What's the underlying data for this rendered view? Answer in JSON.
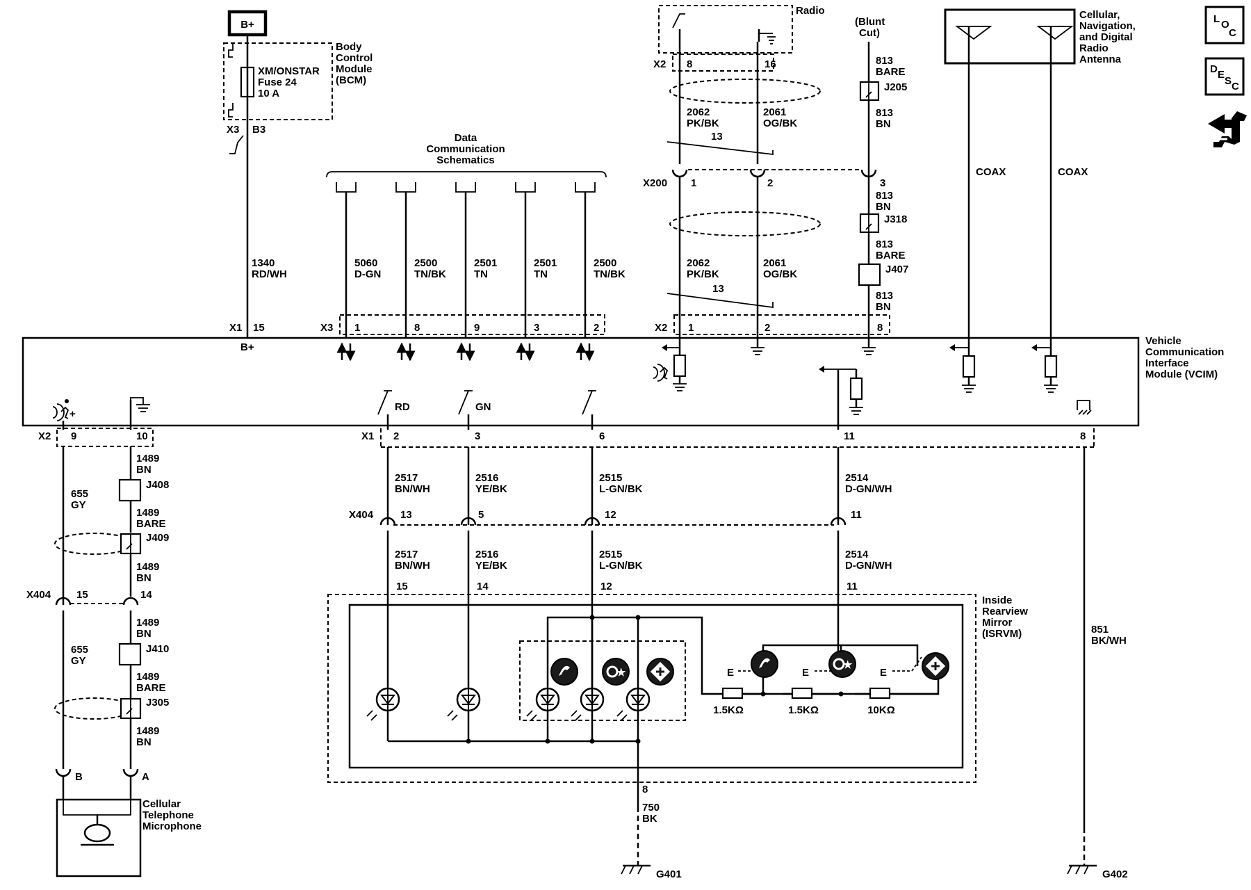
{
  "power": {
    "label": "B+"
  },
  "bcm": {
    "label": [
      "Body",
      "Control",
      "Module",
      "(BCM)"
    ],
    "fuse": [
      "XM/ONSTAR",
      "Fuse 24",
      "10 A"
    ],
    "x3": "X3",
    "b3": "B3",
    "wire": [
      "1340",
      "RD/WH"
    ]
  },
  "data_comm": {
    "title": [
      "Data",
      "Communication",
      "Schematics"
    ],
    "wires": [
      {
        "circuit": "5060",
        "color": "D-GN",
        "pin": "1"
      },
      {
        "circuit": "2500",
        "color": "TN/BK",
        "pin": "8"
      },
      {
        "circuit": "2501",
        "color": "TN",
        "pin": "9"
      },
      {
        "circuit": "2501",
        "color": "TN",
        "pin": "3"
      },
      {
        "circuit": "2500",
        "color": "TN/BK",
        "pin": "2"
      }
    ]
  },
  "radio": {
    "label": "Radio",
    "x2": "X2",
    "pin_a": "8",
    "pin_b": "16",
    "wire_a": [
      "2062",
      "PK/BK"
    ],
    "wire_b": [
      "2061",
      "OG/BK"
    ],
    "twist": "13",
    "x200": "X200",
    "x200_pins": [
      "1",
      "2",
      "3"
    ]
  },
  "blunt": {
    "label": [
      "(Blunt",
      "Cut)"
    ],
    "w1": [
      "813",
      "BARE"
    ],
    "j205": "J205",
    "w2": [
      "813",
      "BN"
    ],
    "w3": [
      "813",
      "BN"
    ],
    "j318": "J318",
    "w4": [
      "813",
      "BARE"
    ],
    "j407": "J407",
    "w5": [
      "813",
      "BN"
    ]
  },
  "antenna": {
    "label": [
      "Cellular,",
      "Navigation,",
      "and Digital",
      "Radio",
      "Antenna"
    ],
    "coax1": "COAX",
    "coax2": "COAX"
  },
  "legend": {
    "loc": [
      "L",
      "O",
      "C"
    ],
    "desc": [
      "D",
      "E",
      "S",
      "C"
    ]
  },
  "vcim": {
    "label": [
      "Vehicle",
      "Communication",
      "Interface",
      "Module (VCIM)"
    ],
    "x1": "X1",
    "x1_pin": "15",
    "bplus": "B+",
    "x3": "X3",
    "x2": "X2",
    "x2_pins": [
      "1",
      "2",
      "8"
    ],
    "rd": "RD",
    "gn": "GN"
  },
  "bottom_conn": {
    "x2": "X2",
    "x2_pins": [
      "9",
      "10"
    ],
    "x1": "X1",
    "x1_pins": [
      "2",
      "3",
      "6",
      "11"
    ],
    "pin8": "8"
  },
  "mic_side": {
    "w655a": [
      "655",
      "GY"
    ],
    "w1489a": [
      "1489",
      "BN"
    ],
    "j408": "J408",
    "w1489b": [
      "1489",
      "BARE"
    ],
    "j409": "J409",
    "w1489c": [
      "1489",
      "BN"
    ],
    "x404": "X404",
    "x404_pins": [
      "15",
      "14"
    ],
    "w655b": [
      "655",
      "GY"
    ],
    "w1489d": [
      "1489",
      "BN"
    ],
    "j410": "J410",
    "w1489e": [
      "1489",
      "BARE"
    ],
    "j305": "J305",
    "w1489f": [
      "1489",
      "BN"
    ],
    "pins": [
      "B",
      "A"
    ],
    "mic_label": [
      "Cellular",
      "Telephone",
      "Microphone"
    ]
  },
  "mirror_wires": {
    "upper": [
      [
        "2517",
        "BN/WH"
      ],
      [
        "2516",
        "YE/BK"
      ],
      [
        "2515",
        "L-GN/BK"
      ],
      [
        "2514",
        "D-GN/WH"
      ]
    ],
    "x404": "X404",
    "x404_pins": [
      "13",
      "5",
      "12",
      "11"
    ],
    "lower": [
      [
        "2517",
        "BN/WH"
      ],
      [
        "2516",
        "YE/BK"
      ],
      [
        "2515",
        "L-GN/BK"
      ],
      [
        "2514",
        "D-GN/WH"
      ]
    ],
    "isrvm_pins": [
      "15",
      "14",
      "12",
      "11"
    ]
  },
  "isrvm": {
    "label": [
      "Inside",
      "Rearview",
      "Mirror",
      "(ISRVM)"
    ],
    "resistors": [
      "1.5KΩ",
      "1.5KΩ",
      "10KΩ"
    ],
    "e_labels": [
      "E",
      "E",
      "E"
    ],
    "ground_pin": "8",
    "ground_wire": [
      "750",
      "BK"
    ],
    "ground_id": "G401"
  },
  "right_ground": {
    "wire": [
      "851",
      "BK/WH"
    ],
    "ground_id": "G402"
  },
  "icons": [
    "phone-button-icon",
    "onstar-button-icon",
    "emergency-button-icon"
  ]
}
